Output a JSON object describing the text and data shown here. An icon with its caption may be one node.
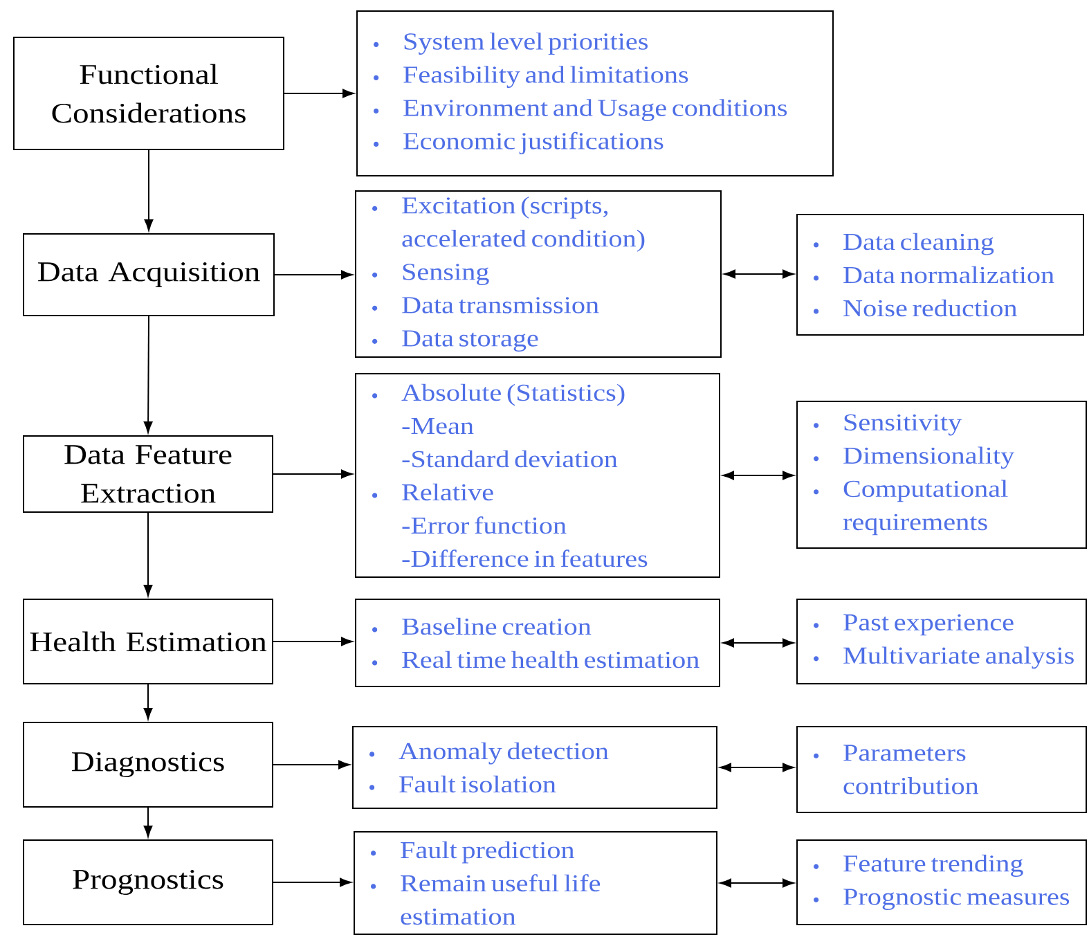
{
  "diagram": {
    "nodes": [
      {
        "text": [
          "Functional Considerations"
        ]
      },
      {
        "text": [
          "System level priorities",
          "Feasibility and limitations",
          "Environment and Usage conditions",
          "Economic justifications"
        ]
      },
      {
        "text": [
          "Data Acquisition"
        ]
      },
      {
        "text": [
          "Excitation (scripts, accelerated condition)",
          "Sensing",
          "Data transmission",
          "Data storage"
        ]
      },
      {
        "text": [
          "Data cleaning",
          "Data normalization",
          "Noise reduction"
        ]
      },
      {
        "text": [
          "Data Feature Extraction"
        ]
      },
      {
        "text": [
          "Absolute (Statistics)",
          "-Mean",
          "-Standard deviation",
          "Relative",
          "-Error function",
          "-Difference in features"
        ]
      },
      {
        "text": [
          "Sensitivity",
          "Dimensionality",
          "Computational requirements"
        ]
      },
      {
        "text": [
          "Health Estimation"
        ]
      },
      {
        "text": [
          "Baseline creation",
          "Real time health estimation"
        ]
      },
      {
        "text": [
          "Past experience",
          "Multivariate analysis"
        ]
      },
      {
        "text": [
          "Diagnostics"
        ]
      },
      {
        "text": [
          "Anomaly detection",
          "Fault isolation"
        ]
      },
      {
        "text": [
          "Parameters contribution"
        ]
      },
      {
        "text": [
          "Prognostics"
        ]
      },
      {
        "text": [
          "Fault prediction",
          "Remain useful life estimation"
        ]
      },
      {
        "text": [
          "Feature trending",
          "Prognostic measures"
        ]
      }
    ],
    "edges": [
      {
        "from": 0,
        "to": 2,
        "arrow": "to"
      },
      {
        "from": 2,
        "to": 5,
        "arrow": "to"
      },
      {
        "from": 5,
        "to": 8,
        "arrow": "to"
      },
      {
        "from": 8,
        "to": 11,
        "arrow": "to"
      },
      {
        "from": 11,
        "to": 14,
        "arrow": "to"
      },
      {
        "from": 0,
        "to": 1,
        "arrow": "to"
      },
      {
        "from": 2,
        "to": 3,
        "arrow": "to"
      },
      {
        "from": 5,
        "to": 6,
        "arrow": "to"
      },
      {
        "from": 8,
        "to": 9,
        "arrow": "to"
      },
      {
        "from": 11,
        "to": 12,
        "arrow": "to"
      },
      {
        "from": 14,
        "to": 15,
        "arrow": "to"
      },
      {
        "from": 3,
        "to": 4,
        "arrow": "both"
      },
      {
        "from": 6,
        "to": 7,
        "arrow": "both"
      },
      {
        "from": 9,
        "to": 10,
        "arrow": "both"
      },
      {
        "from": 12,
        "to": 13,
        "arrow": "both"
      },
      {
        "from": 15,
        "to": 16,
        "arrow": "both"
      }
    ]
  }
}
